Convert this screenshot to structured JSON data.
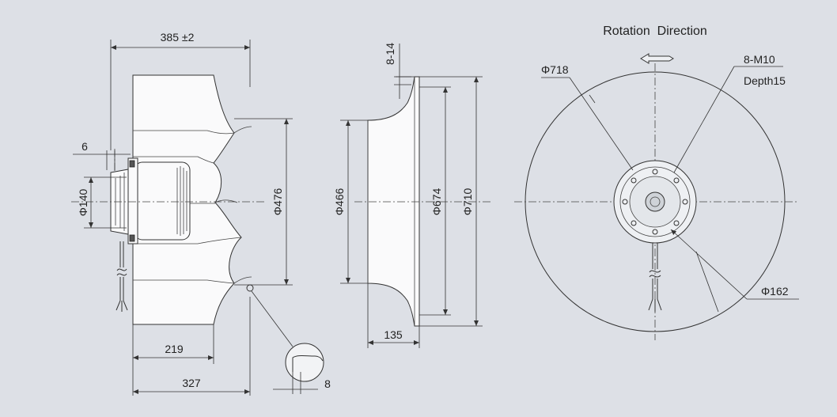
{
  "side_view": {
    "dim_overall": "385 ±2",
    "dim_flange_gap": "6",
    "dim_hub_diameter": "Φ140",
    "dim_impeller_width": "219",
    "dim_total_depth": "327",
    "dim_inlet_diameter": "Φ476",
    "detail_dim": "8"
  },
  "inlet_ring_view": {
    "dim_holes": "8-14",
    "dim_throat": "Φ466",
    "dim_bolt_circle": "Φ674",
    "dim_outer": "Φ710",
    "dim_depth": "135"
  },
  "front_view": {
    "title": "Rotation  Direction",
    "dim_impeller": "Φ718",
    "dim_thread": "8-M10",
    "dim_thread_depth": "Depth15",
    "dim_hub": "Φ162"
  }
}
